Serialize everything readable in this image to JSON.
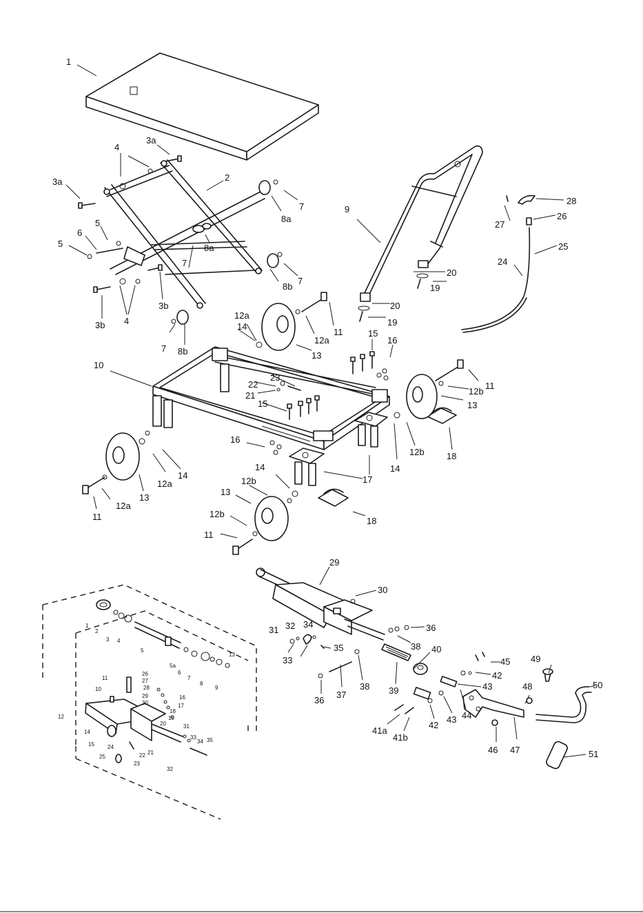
{
  "diagram": {
    "labels": [
      "1",
      "2",
      "3a",
      "3a",
      "4",
      "4",
      "5",
      "5",
      "6",
      "7",
      "7",
      "7",
      "7",
      "8a",
      "8a",
      "8b",
      "8b",
      "3b",
      "3b",
      "9",
      "10",
      "11",
      "11",
      "11",
      "11",
      "12a",
      "12a",
      "12a",
      "12a",
      "12b",
      "12b",
      "12b",
      "12b",
      "13",
      "13",
      "13",
      "13",
      "14",
      "14",
      "14",
      "14",
      "15",
      "15",
      "16",
      "16",
      "17",
      "18",
      "18",
      "19",
      "19",
      "20",
      "20",
      "21",
      "22",
      "23",
      "24",
      "25",
      "26",
      "27",
      "28",
      "29",
      "30",
      "31",
      "32",
      "33",
      "34",
      "35",
      "36",
      "36",
      "37",
      "38",
      "38",
      "39",
      "40",
      "41a",
      "41b",
      "42",
      "42",
      "43",
      "43",
      "44",
      "45",
      "46",
      "47",
      "48",
      "49",
      "50",
      "51"
    ],
    "inset_labels": [
      "1",
      "2",
      "3",
      "4",
      "5",
      "5a",
      "6",
      "7",
      "8",
      "9",
      "13",
      "10",
      "11",
      "12",
      "14",
      "15",
      "16",
      "17",
      "18",
      "19",
      "20",
      "21",
      "22",
      "23",
      "24",
      "25",
      "26",
      "27",
      "28",
      "29",
      "30",
      "31",
      "32",
      "33",
      "34",
      "35"
    ]
  }
}
